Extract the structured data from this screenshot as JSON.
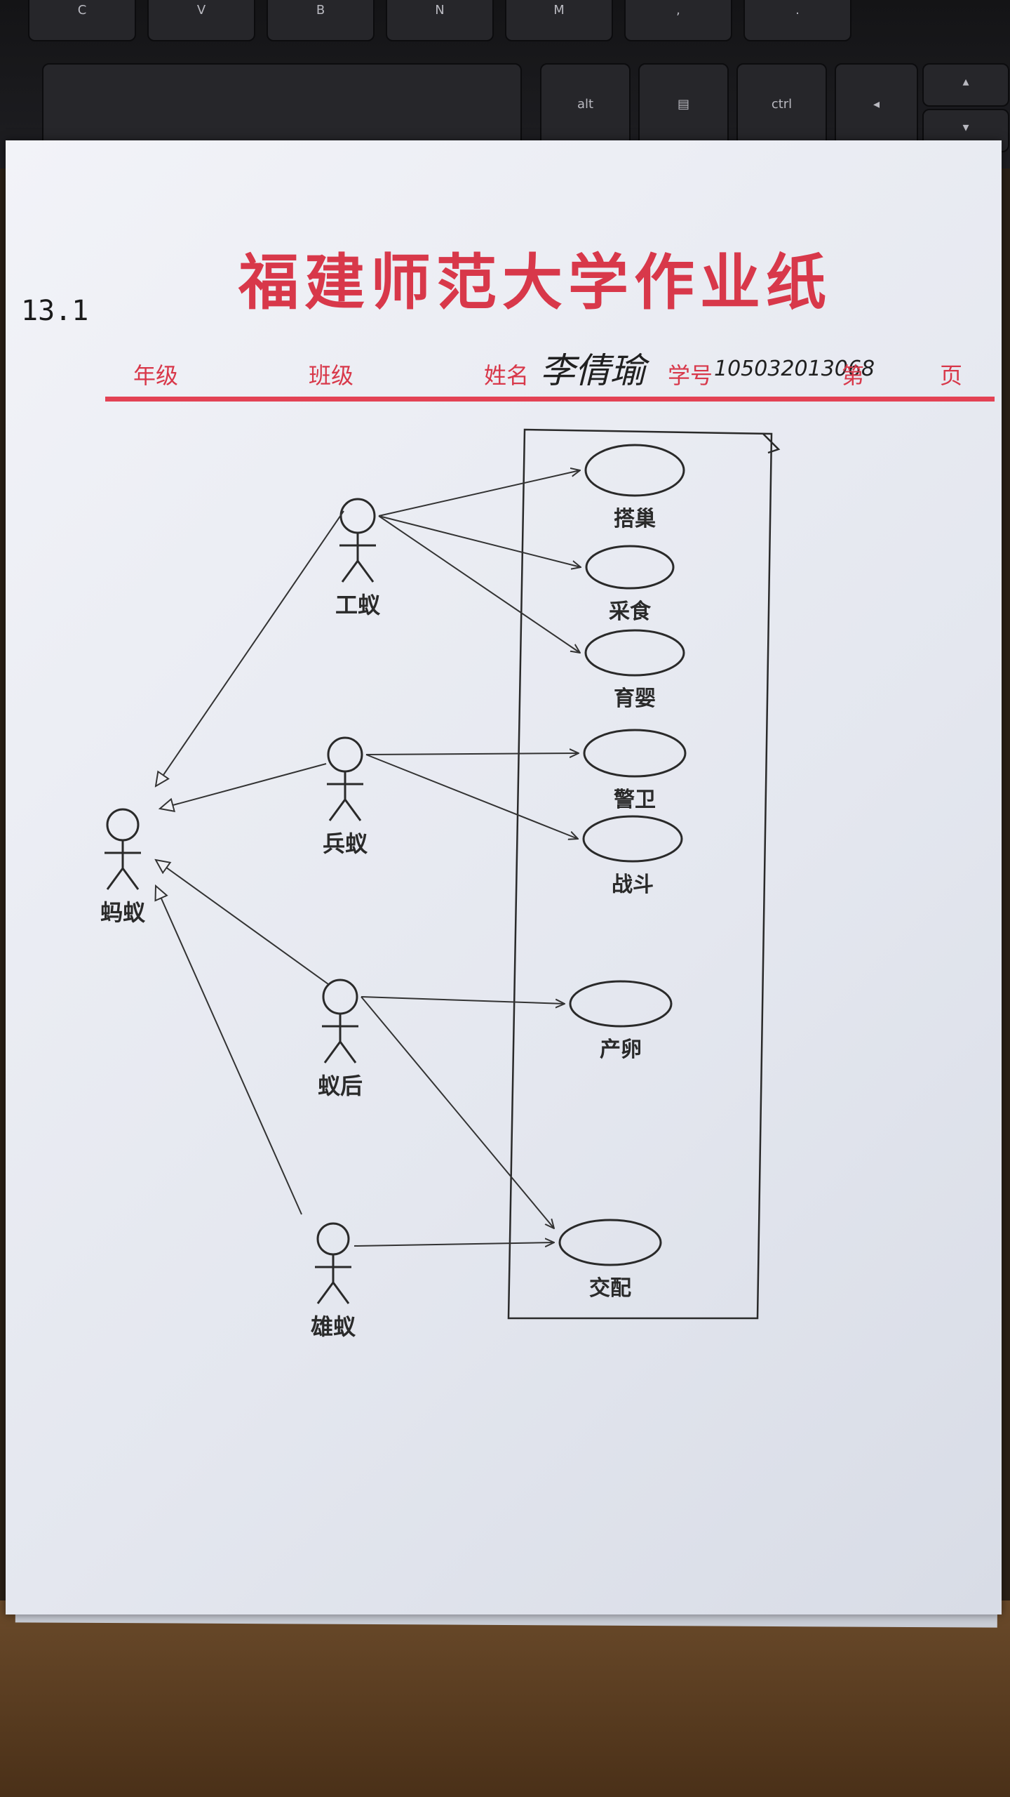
{
  "keyboard": {
    "keys_top": [
      "C",
      "V",
      "B",
      "N",
      "M",
      ",",
      "."
    ],
    "keys_bottom": [
      "alt",
      "ctrl",
      "◂",
      "▴",
      "▾"
    ]
  },
  "paper": {
    "problem_number": "13.1",
    "header_title": "福建师范大学作业纸",
    "fields": {
      "grade_label": "年级",
      "class_label": "班级",
      "name_label": "姓名",
      "name_value": "李倩瑜",
      "student_id_label": "学号",
      "student_id_value": "105032013068",
      "page_label_pre": "第",
      "page_label_post": "页"
    }
  },
  "diagram": {
    "actors": [
      {
        "id": "ant",
        "label": "蚂蚁"
      },
      {
        "id": "worker",
        "label": "工蚁"
      },
      {
        "id": "soldier",
        "label": "兵蚁"
      },
      {
        "id": "queen",
        "label": "蚁后"
      },
      {
        "id": "male",
        "label": "雄蚁"
      }
    ],
    "use_cases": [
      {
        "id": "nest",
        "label": "搭巢"
      },
      {
        "id": "food",
        "label": "采食"
      },
      {
        "id": "nurse",
        "label": "育婴"
      },
      {
        "id": "guard",
        "label": "警卫"
      },
      {
        "id": "fight",
        "label": "战斗"
      },
      {
        "id": "lay",
        "label": "产卵"
      },
      {
        "id": "mate",
        "label": "交配"
      }
    ],
    "associations": [
      [
        "worker",
        "nest"
      ],
      [
        "worker",
        "food"
      ],
      [
        "worker",
        "nurse"
      ],
      [
        "soldier",
        "guard"
      ],
      [
        "soldier",
        "fight"
      ],
      [
        "queen",
        "lay"
      ],
      [
        "queen",
        "mate"
      ],
      [
        "male",
        "mate"
      ]
    ],
    "generalizations": [
      [
        "worker",
        "ant"
      ],
      [
        "soldier",
        "ant"
      ],
      [
        "queen",
        "ant"
      ],
      [
        "male",
        "ant"
      ]
    ]
  }
}
